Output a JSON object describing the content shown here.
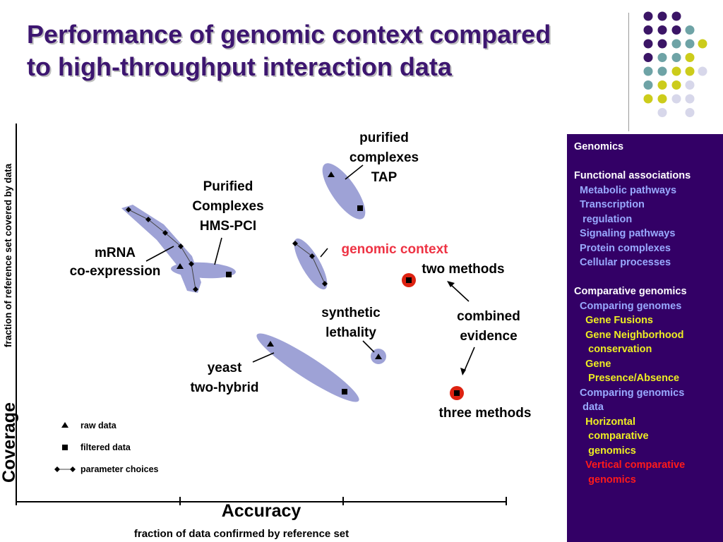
{
  "slide": {
    "title_line1": "Performance of genomic context compared",
    "title_line2": "to high-throughput interaction data"
  },
  "decor": {
    "dot_colors": {
      "purple": "#3b1566",
      "teal": "#6ea3a6",
      "olive": "#cccc1b",
      "lavender": "#d7d7ea"
    }
  },
  "chart_data": {
    "type": "scatter",
    "title": "",
    "xlabel": "Accuracy",
    "xlabel_sub": "fraction of data confirmed by reference set",
    "ylabel": "Coverage",
    "ylabel_sub": "fraction of reference set covered by data",
    "x_ticks": [
      "",
      "",
      "",
      ""
    ],
    "legend": {
      "placement": "bottom-left",
      "items": [
        {
          "marker": "triangle",
          "label": "raw data"
        },
        {
          "marker": "square",
          "label": "filtered data"
        },
        {
          "marker": "diamond-line",
          "label": "parameter choices"
        }
      ]
    },
    "colors": {
      "region": "#9ea2d6",
      "highlight": "#dd2211",
      "genomic_context": "#ee3344"
    },
    "series": [
      {
        "name": "mRNA co-expression",
        "label_lines": [
          "mRNA",
          "co-expression"
        ]
      },
      {
        "name": "Purified Complexes HMS-PCI",
        "label_lines": [
          "Purified",
          "Complexes",
          "HMS-PCI"
        ]
      },
      {
        "name": "purified complexes TAP",
        "label_lines": [
          "purified",
          "complexes",
          "TAP"
        ]
      },
      {
        "name": "genomic context",
        "label_lines": [
          "genomic context"
        ]
      },
      {
        "name": "synthetic lethality",
        "label_lines": [
          "synthetic",
          "lethality"
        ]
      },
      {
        "name": "yeast two-hybrid",
        "label_lines": [
          "yeast",
          "two-hybrid"
        ]
      },
      {
        "name": "two methods",
        "label_lines": [
          "two methods"
        ]
      },
      {
        "name": "three methods",
        "label_lines": [
          "three methods"
        ]
      }
    ],
    "annotations": {
      "combined": [
        "combined",
        "evidence"
      ]
    }
  },
  "sidebar": {
    "lines": [
      {
        "text": "Genomics",
        "color": "white"
      },
      {
        "text": "",
        "color": "white"
      },
      {
        "text": "Functional associations",
        "color": "white"
      },
      {
        "text": "  Metabolic pathways",
        "color": "blue"
      },
      {
        "text": "  Transcription",
        "color": "blue"
      },
      {
        "text": "   regulation",
        "color": "blue"
      },
      {
        "text": "  Signaling pathways",
        "color": "blue"
      },
      {
        "text": "  Protein complexes",
        "color": "blue"
      },
      {
        "text": "  Cellular processes",
        "color": "blue"
      },
      {
        "text": "",
        "color": "white"
      },
      {
        "text": "Comparative genomics",
        "color": "white"
      },
      {
        "text": "  Comparing genomes",
        "color": "blue"
      },
      {
        "text": "    Gene Fusions",
        "color": "yellow"
      },
      {
        "text": "    Gene Neighborhood",
        "color": "yellow"
      },
      {
        "text": "     conservation",
        "color": "yellow"
      },
      {
        "text": "    Gene",
        "color": "yellow"
      },
      {
        "text": "     Presence/Absence",
        "color": "yellow"
      },
      {
        "text": "  Comparing genomics",
        "color": "blue"
      },
      {
        "text": "   data",
        "color": "blue"
      },
      {
        "text": "    Horizontal",
        "color": "yellow"
      },
      {
        "text": "     comparative",
        "color": "yellow"
      },
      {
        "text": "     genomics",
        "color": "yellow"
      },
      {
        "text": "    Vertical comparative",
        "color": "red"
      },
      {
        "text": "     genomics",
        "color": "red"
      }
    ]
  }
}
